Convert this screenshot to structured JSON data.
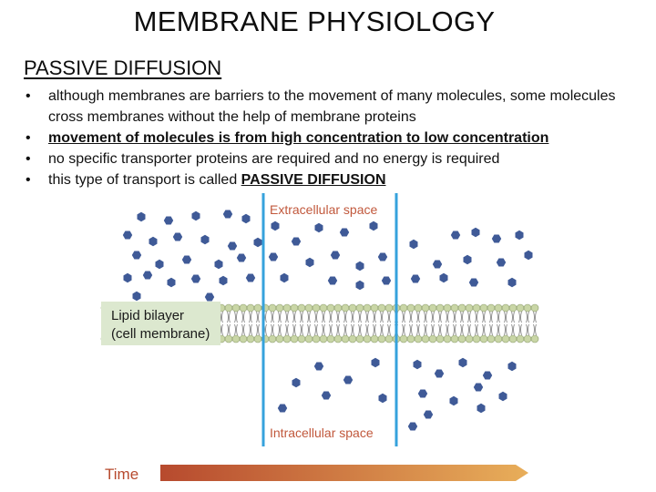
{
  "slide": {
    "title": "MEMBRANE PHYSIOLOGY",
    "subtitle": "PASSIVE DIFFUSION",
    "bullets": [
      "although membranes are barriers to the movement of many molecules, some molecules cross membranes without the help of membrane proteins",
      "movement of molecules is from high concentration to low concentration",
      "no specific transporter proteins are required and no energy is required"
    ],
    "bullet4_prefix": "this type of transport is called ",
    "bullet4_emphasis": "PASSIVE DIFFUSION"
  },
  "diagram": {
    "extracellular_label": "Extracellular space",
    "intracellular_label": "Intracellular space",
    "bilayer_label_line1": "Lipid bilayer",
    "bilayer_label_line2": "(cell membrane)",
    "time_label": "Time",
    "colors": {
      "molecule": "#3f5a97",
      "divider": "#36a2dc",
      "label_text": "#c1583c",
      "bilayer_label_bg": "#dce8cf",
      "lipid_head": "#c9d6a6",
      "arrow_start": "#b74a2e",
      "arrow_end": "#e8ae5a"
    }
  }
}
